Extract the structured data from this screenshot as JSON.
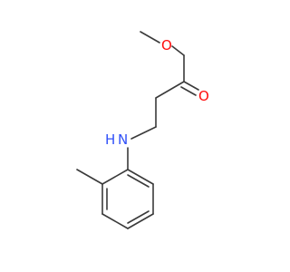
{
  "molecule": {
    "colors": {
      "bond": "#3a3a3a",
      "oxygen": "#ff0d0d",
      "nitrogen": "#3050f8"
    },
    "atoms": {
      "carbonyl_o": "O",
      "ester_o": "O",
      "amine_n": "N",
      "amine_h": "H"
    }
  }
}
